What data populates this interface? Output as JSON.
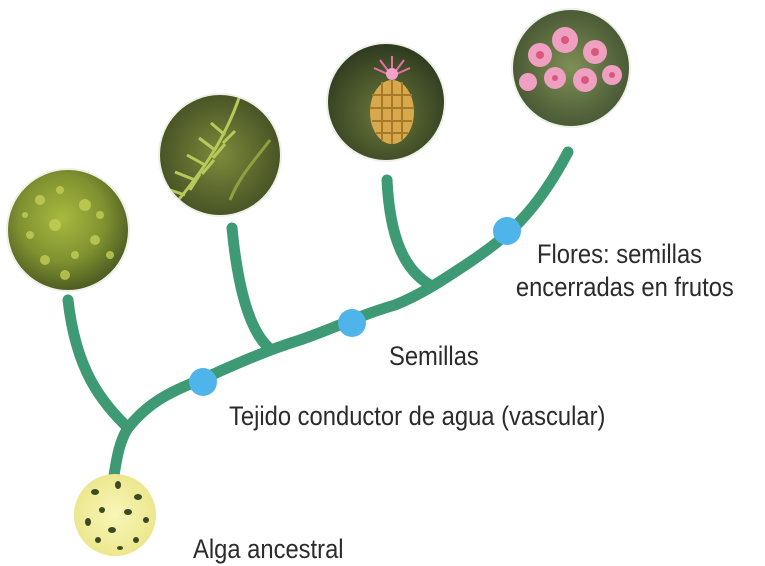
{
  "diagram": {
    "labels": {
      "flores_line1": "Flores: semillas",
      "flores_line2": "encerradas en frutos",
      "semillas": "Semillas",
      "vascular": "Tejido conductor de agua (vascular)",
      "alga": "Alga ancestral"
    },
    "colors": {
      "branch": "#3d9a74",
      "node": "#4fb4ea",
      "alga_fill": "#f4f2a8"
    }
  }
}
